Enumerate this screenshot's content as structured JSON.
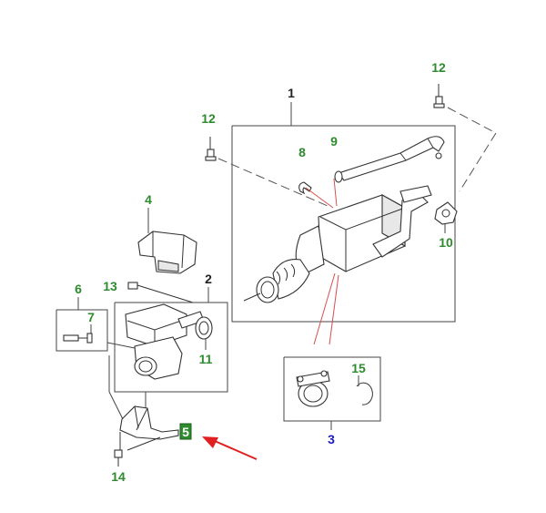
{
  "callouts": {
    "c1": "1",
    "c2": "2",
    "c3": "3",
    "c4": "4",
    "c5": "5",
    "c6": "6",
    "c7": "7",
    "c8": "8",
    "c9": "9",
    "c10": "10",
    "c11": "11",
    "c12a": "12",
    "c12b": "12",
    "c13": "13",
    "c14": "14",
    "c15": "15"
  },
  "colors": {
    "callout_default": "#2e8b2e",
    "callout_selected": "#1a1acc",
    "highlight_box": "#2e8b2e",
    "arrow": "#e02020"
  }
}
